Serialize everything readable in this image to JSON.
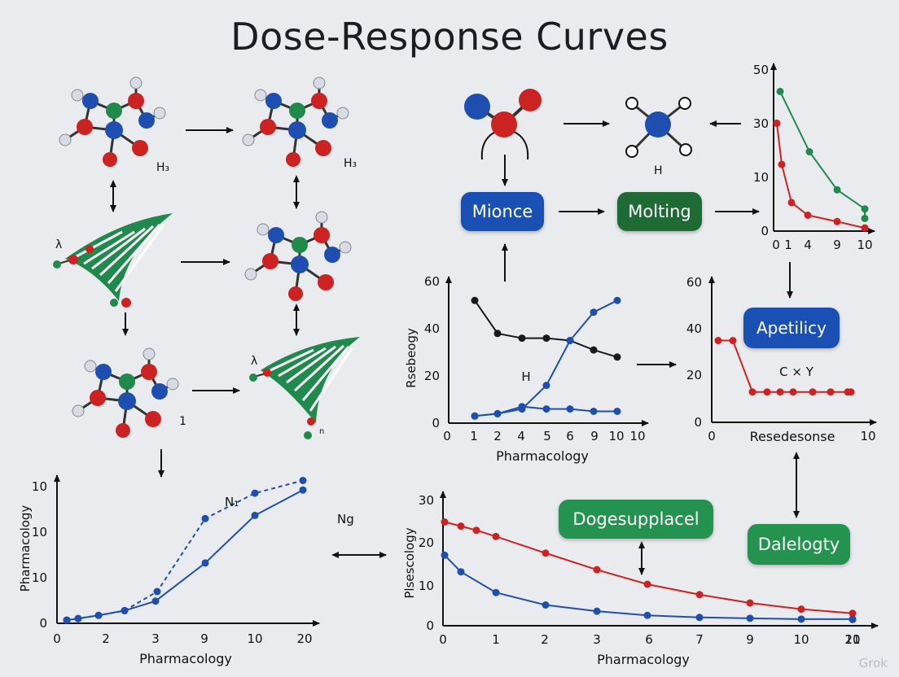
{
  "title": "Dose-Response Curves",
  "nodes": {
    "mionce": "Mionce",
    "molting": "Molting",
    "apeticy": "Apetilicy",
    "dogesupplacel": "Dogesupplacel",
    "dalelogty": "Dalelogty"
  },
  "molecule_labels": {
    "h3_a": "H₃",
    "h3_b": "H₃",
    "one": "1",
    "lambda_a": "λ",
    "lambda_b": "λ",
    "tiny_n": "n",
    "h_center": "H",
    "n1": "N₁",
    "ng": "Ng"
  },
  "colors": {
    "blue": "#1e4fb0",
    "green": "#1f8a4c",
    "red": "#cc2222",
    "dark": "#1a1a1a",
    "node_blue": "#1a4fb3",
    "node_green_dark": "#1f6b35",
    "node_green": "#23934f"
  },
  "watermark": "Grok",
  "chart_data": [
    {
      "id": "top-right",
      "type": "line",
      "x_ticks": [
        "0",
        "1",
        "4",
        "9",
        "10"
      ],
      "y_ticks": [
        "0",
        "10",
        "30",
        "50"
      ],
      "series": [
        {
          "color": "green",
          "values": [
            44,
            25,
            13,
            7,
            4
          ]
        },
        {
          "color": "red",
          "values": [
            34,
            21,
            9,
            5,
            3,
            1
          ]
        }
      ]
    },
    {
      "id": "middle",
      "type": "line",
      "xlabel": "Pharmacology",
      "ylabel": "Rsebeogy",
      "x_ticks": [
        "0",
        "1",
        "2",
        "4",
        "5",
        "6",
        "9",
        "10",
        "10"
      ],
      "y_ticks": [
        "0",
        "20",
        "40",
        "60"
      ],
      "annotation": "H",
      "series": [
        {
          "color": "dark",
          "values": [
            52,
            38,
            36,
            36,
            35,
            31,
            28
          ]
        },
        {
          "color": "blue",
          "values": [
            3,
            4,
            6,
            16,
            35,
            47,
            52
          ]
        },
        {
          "color": "blue",
          "values": [
            3,
            4,
            7,
            6,
            6,
            5,
            5
          ]
        }
      ]
    },
    {
      "id": "right",
      "type": "line",
      "xlabel": "Resedesonse",
      "x_ticks": [
        "0",
        "10"
      ],
      "y_ticks": [
        "0",
        "20",
        "40",
        "60"
      ],
      "annotation": "C × Y",
      "series": [
        {
          "color": "red",
          "values": [
            35,
            35,
            13,
            13,
            13,
            13,
            13,
            13,
            13,
            13
          ]
        }
      ]
    },
    {
      "id": "bottom-left",
      "type": "line",
      "xlabel": "Pharmacology",
      "ylabel": "Pharmacology",
      "x_ticks": [
        "0",
        "2",
        "3",
        "9",
        "10",
        "20"
      ],
      "y_ticks": [
        "0",
        "10",
        "10",
        "10"
      ],
      "series": [
        {
          "color": "blue",
          "style": "solid",
          "values": [
            1,
            1.5,
            2.5,
            4,
            7,
            19,
            34,
            42
          ]
        },
        {
          "color": "blue",
          "style": "dashed",
          "values": [
            1,
            1.5,
            2.5,
            4,
            10,
            33,
            41,
            45
          ]
        }
      ]
    },
    {
      "id": "bottom-right",
      "type": "line",
      "xlabel": "Pharmacology",
      "ylabel": "Plsescology",
      "x_ticks": [
        "0",
        "1",
        "2",
        "3",
        "6",
        "7",
        "9",
        "10",
        "11",
        "20"
      ],
      "y_ticks": [
        "0",
        "10",
        "20",
        "30"
      ],
      "series": [
        {
          "color": "red",
          "values": [
            25,
            24,
            23,
            21.5,
            17.5,
            13.5,
            10,
            7.5,
            5.5,
            4,
            3
          ]
        },
        {
          "color": "blue",
          "values": [
            17,
            13,
            8,
            5,
            3.5,
            2.5,
            2,
            1.8,
            1.6,
            1.6,
            1.5
          ]
        }
      ]
    }
  ]
}
